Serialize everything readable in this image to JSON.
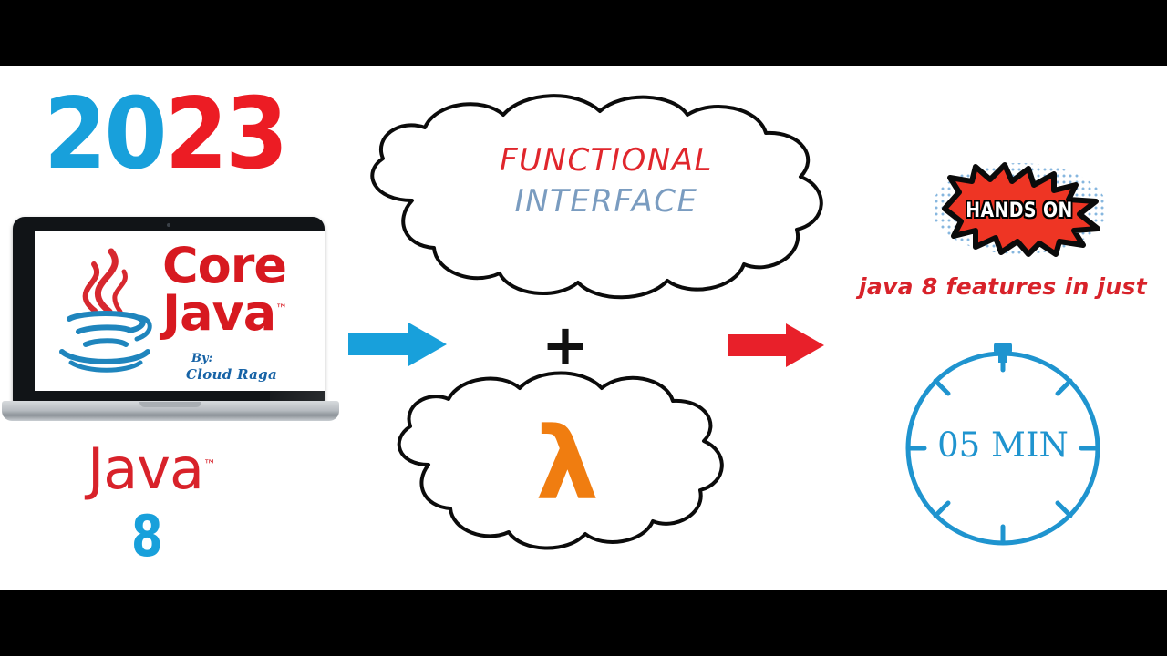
{
  "theme": {
    "blue": "#18a0db",
    "red": "#ec1c24",
    "deep_red": "#d8222a",
    "orange": "#f07d10",
    "steel_blue": "#7a9cc0",
    "clock_blue": "#1f94cf",
    "letterbox": "#000000",
    "canvas": "#ffffff"
  },
  "year_badge": {
    "first_half": "20",
    "second_half": "23",
    "full": "2023"
  },
  "laptop": {
    "screen": {
      "logo_icon": "java-cup-icon",
      "title_line1": "Core",
      "title_line2": "Java",
      "trademark": "™",
      "byline_label": "By:",
      "byline_author": "Cloud Raga"
    }
  },
  "caption": {
    "word": "Java",
    "trademark": "™",
    "version": "8"
  },
  "clouds": [
    {
      "name": "functional-interface",
      "line1": "FUNCTIONAL",
      "line2": "INTERFACE"
    },
    {
      "name": "lambda",
      "symbol": "λ"
    }
  ],
  "operators": {
    "plus": "+",
    "arrow_left_icon": "arrow-right-blue-icon",
    "arrow_right_icon": "arrow-right-red-icon"
  },
  "badge": {
    "label": "HANDS ON",
    "icon": "starburst-icon"
  },
  "tagline": {
    "text": "java 8 features in just"
  },
  "stopwatch": {
    "label": "05 MIN",
    "icon": "stopwatch-icon"
  }
}
